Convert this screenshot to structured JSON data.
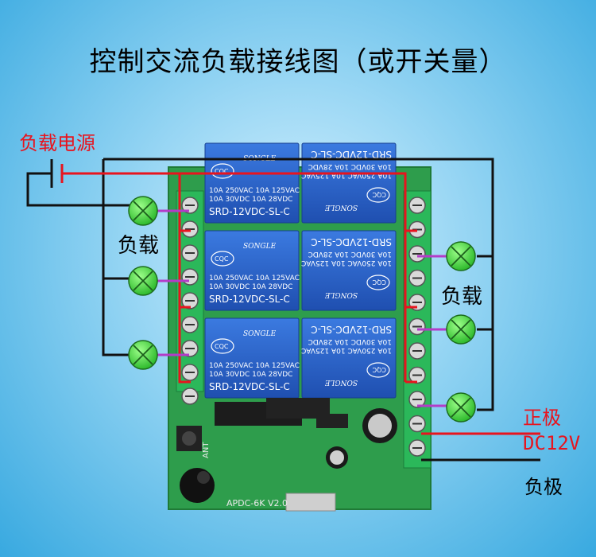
{
  "title": "控制交流负载接线图（或开关量）",
  "labels": {
    "load_power": "负载电源",
    "load_left": "负载",
    "load_right": "负载",
    "positive": "正极",
    "dc_voltage": "DC12V",
    "negative": "负极"
  },
  "relay": {
    "brand": "SONGLE",
    "model": "SRD-12VDC-SL-C",
    "rating_line1": "10A 250VAC  10A 125VAC",
    "rating_line2": "10A  30VDC  10A  28VDC",
    "badge": "CQC",
    "count": 6
  },
  "board": {
    "model_label": "APDC-6K V2.0",
    "antenna_label": "ANT"
  },
  "colors": {
    "board_green": "#2e9d4c",
    "relay_blue": "#2a63c8",
    "wire_red": "#e8141e",
    "wire_black": "#111111",
    "wire_purple": "#b43cc8",
    "lamp_green": "#3ddc3d"
  }
}
